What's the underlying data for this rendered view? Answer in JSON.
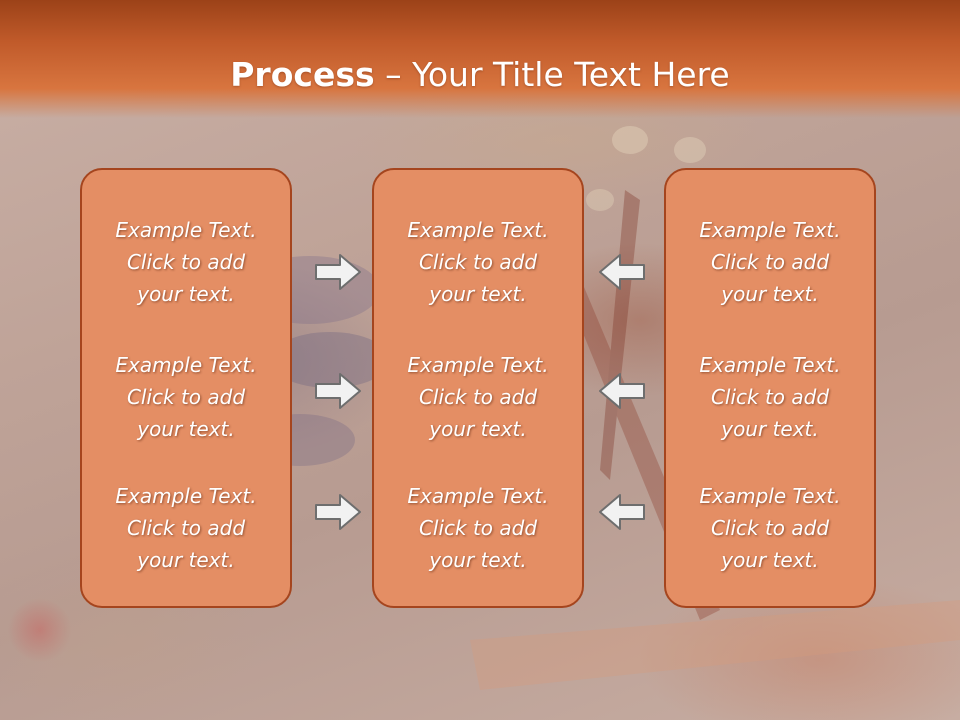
{
  "title": {
    "bold": "Process",
    "rest": " – Your Title Text Here"
  },
  "columns": [
    {
      "cells": [
        {
          "line1": "Example Text.",
          "line2": "Click  to add",
          "line3": "your text."
        },
        {
          "line1": "Example Text.",
          "line2": "Click  to add",
          "line3": "your text."
        },
        {
          "line1": "Example Text.",
          "line2": "Click  to add",
          "line3": "your text."
        }
      ]
    },
    {
      "cells": [
        {
          "line1": "Example Text.",
          "line2": "Click  to add",
          "line3": "your text."
        },
        {
          "line1": "Example Text.",
          "line2": "Click  to add",
          "line3": "your text."
        },
        {
          "line1": "Example Text.",
          "line2": "Click  to add",
          "line3": "your text."
        }
      ]
    },
    {
      "cells": [
        {
          "line1": "Example Text.",
          "line2": "Click  to add",
          "line3": "your text."
        },
        {
          "line1": "Example Text.",
          "line2": "Click  to add",
          "line3": "your text."
        },
        {
          "line1": "Example Text.",
          "line2": "Click  to add",
          "line3": "your text."
        }
      ]
    }
  ],
  "arrows": {
    "left_group": "arrow-right-icon",
    "right_group": "arrow-left-icon"
  },
  "colors": {
    "title_bar": "#c05a2a",
    "box_fill": "#e48e64",
    "box_border": "#a5451e",
    "arrow_fill": "#f2f2f2",
    "arrow_stroke": "#6e6e6e"
  }
}
